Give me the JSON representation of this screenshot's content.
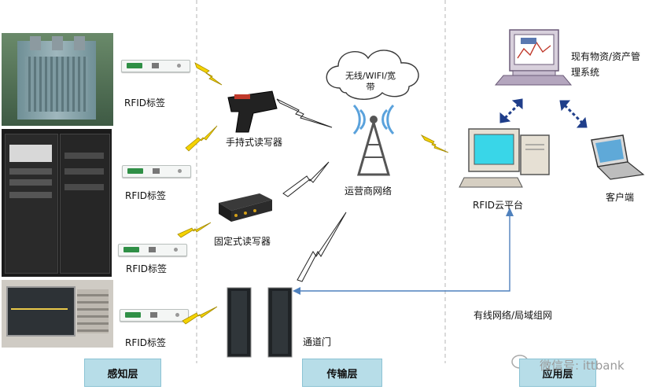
{
  "labels": {
    "tag1": "RFID标签",
    "tag2": "RFID标签",
    "tag3": "RFID标签",
    "tag4": "RFID标签",
    "handheld_reader": "手持式读写器",
    "fixed_reader": "固定式读写器",
    "gate": "通道门",
    "wireless": "无线/WIFI/宽带",
    "carrier_network": "运营商网络",
    "asset_system": "现有物资/资产管理系统",
    "cloud_platform": "RFID云平台",
    "client": "客户端",
    "wired_network": "有线网络/局域组网"
  },
  "layers": {
    "perception": "感知层",
    "transmission": "传输层",
    "application": "应用层"
  },
  "watermark": "微信号: ittbank",
  "colors": {
    "layer_box": "#b7dde8",
    "lightning": "#f5d300",
    "connector_blue": "#4f81bd",
    "arrow_navy": "#1f3e8a"
  },
  "icons": {
    "transformer_photo": "transformer-photo",
    "server_rack_photo": "server-rack-photo",
    "oscilloscope_photo": "oscilloscope-photo",
    "handheld_reader": "handheld-reader-icon",
    "fixed_reader": "fixed-reader-icon",
    "gate": "gate-panel-icon",
    "tower": "cell-tower-icon",
    "cloud": "cloud-icon",
    "workstation": "workstation-icon",
    "desktop": "desktop-computer-icon",
    "laptop": "laptop-icon"
  }
}
